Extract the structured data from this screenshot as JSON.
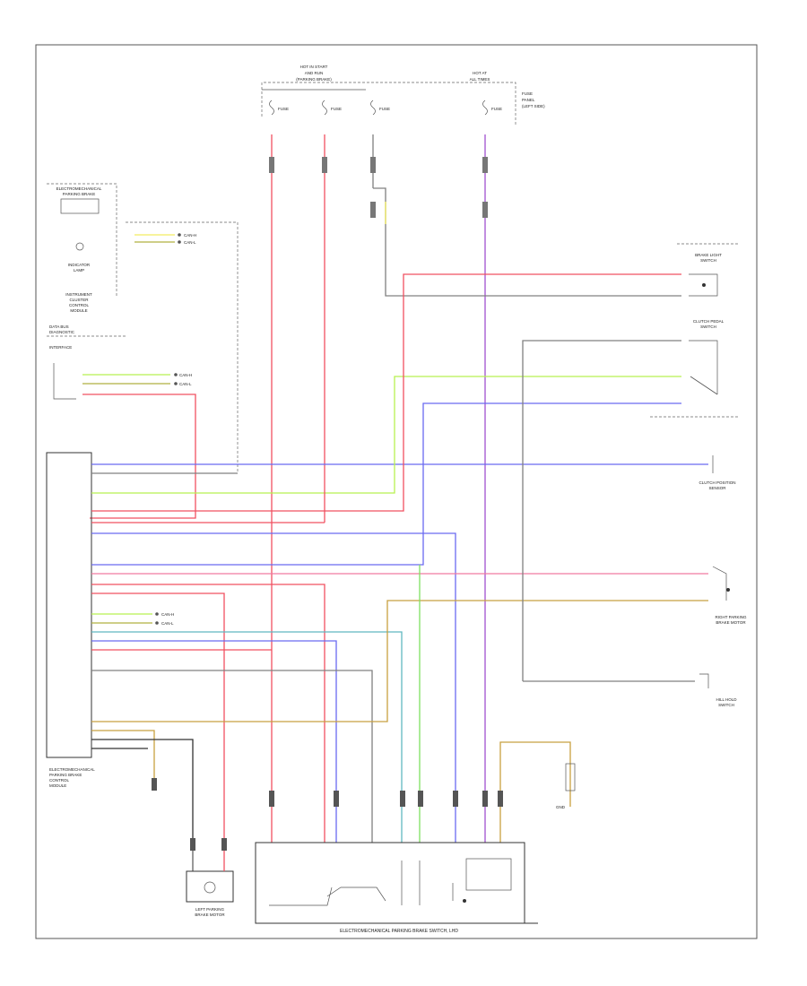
{
  "diagram": {
    "page_code": "",
    "bottom_label": "ELECTROMECHANICAL PARKING BRAKE SWITCH, LHD",
    "fuse_labels": [
      "FUSE",
      "FUSE",
      "FUSE",
      "FUSE"
    ],
    "top_block_left": [
      "HOT IN START",
      "AND RUN",
      "(PARKING BRAKE)"
    ],
    "top_block_right": [
      "HOT AT",
      "ALL TIMES"
    ],
    "top_block_side": [
      "FUSE",
      "PANEL",
      "(LEFT SIDE)"
    ],
    "components": {
      "epb_indicator": [
        "ELECTROMECHANICAL",
        "PARKING BRAKE",
        "INDICATOR",
        "LAMP"
      ],
      "instrument_cluster": [
        "INSTRUMENT",
        "CLUSTER",
        "CONTROL",
        "MODULE"
      ],
      "data_bus": [
        "DATA BUS",
        "DIAGNOSTIC",
        "INTERFACE"
      ],
      "control_module": [
        "ELECTROMECHANICAL",
        "PARKING BRAKE",
        "CONTROL",
        "MODULE"
      ],
      "brake_light_switch": [
        "BRAKE LIGHT",
        "SWITCH"
      ],
      "clutch_switch": [
        "CLUTCH PEDAL",
        "SWITCH"
      ],
      "clutch_sensor": [
        "CLUTCH POSITION",
        "SENSOR"
      ],
      "right_motor": [
        "RIGHT PARKING",
        "BRAKE MOTOR"
      ],
      "hill_hold": [
        "HILL HOLD",
        "SWITCH"
      ],
      "left_motor": [
        "LEFT PARKING",
        "BRAKE MOTOR"
      ],
      "ground": [
        "GND"
      ]
    },
    "bus_labels": [
      "CAN-H",
      "CAN-L"
    ],
    "wire_colors": {
      "red": "#f05060",
      "pink": "#f07aa0",
      "violet": "#a050d0",
      "blue": "#6a6af0",
      "yellow": "#f2ec60",
      "lime": "#b8f050",
      "green": "#80e060",
      "tan": "#c8a040",
      "olive": "#b0b040",
      "teal": "#60b8c0",
      "gray": "#808080",
      "black": "#333333"
    }
  }
}
